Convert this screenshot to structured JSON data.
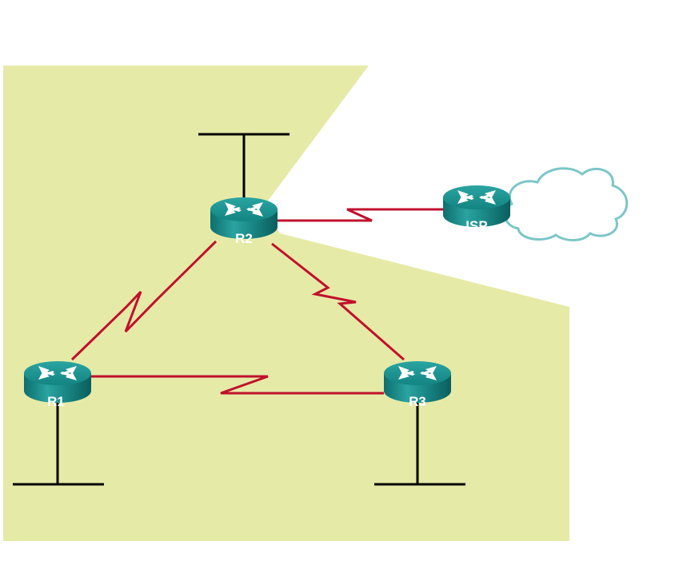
{
  "diagram": {
    "area_color": "#e6eaa7",
    "serial_link_color": "#c0102c",
    "lan_color": "#000000",
    "router_color": "#1a8a88",
    "cloud_color": "#7cc6c8",
    "routers": [
      {
        "id": "R1",
        "label": "R1"
      },
      {
        "id": "R2",
        "label": "R2"
      },
      {
        "id": "R3",
        "label": "R3"
      },
      {
        "id": "ISP",
        "label": "ISP"
      }
    ],
    "links": [
      {
        "from": "R1",
        "to": "R2",
        "type": "serial"
      },
      {
        "from": "R2",
        "to": "R3",
        "type": "serial"
      },
      {
        "from": "R1",
        "to": "R3",
        "type": "serial"
      },
      {
        "from": "R2",
        "to": "ISP",
        "type": "serial"
      }
    ],
    "lans": [
      {
        "router": "R1"
      },
      {
        "router": "R2"
      },
      {
        "router": "R3"
      }
    ],
    "cloud": {
      "label": ""
    }
  }
}
